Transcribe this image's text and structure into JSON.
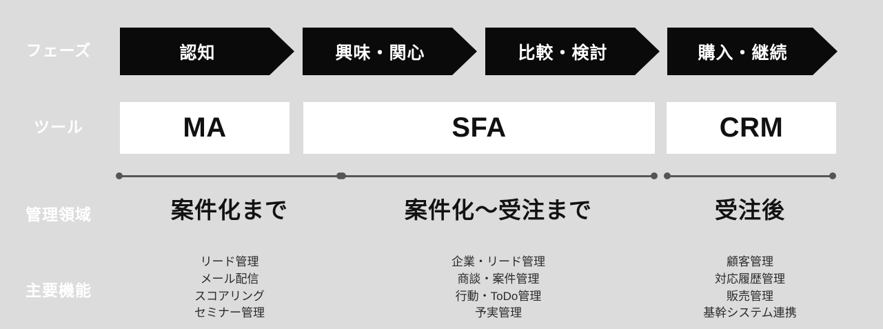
{
  "diagram": {
    "background_color": "#dcdcdc",
    "arrow_color": "#0a0a0a",
    "box_color": "#ffffff",
    "line_color": "#555555",
    "row_labels": [
      {
        "key": "phase",
        "label": "フェーズ"
      },
      {
        "key": "tool",
        "label": "ツール"
      },
      {
        "key": "area",
        "label": "管理領域"
      },
      {
        "key": "feature",
        "label": "主要機能"
      }
    ],
    "phases": [
      {
        "label": "認知"
      },
      {
        "label": "興味・関心"
      },
      {
        "label": "比較・検討"
      },
      {
        "label": "購入・継続"
      }
    ],
    "tools": [
      {
        "label": "MA"
      },
      {
        "label": "SFA"
      },
      {
        "label": "CRM"
      }
    ],
    "areas": [
      {
        "label": "案件化まで"
      },
      {
        "label": "案件化〜受注まで"
      },
      {
        "label": "受注後"
      }
    ],
    "features": [
      {
        "tool": "MA",
        "items": [
          "リード管理",
          "メール配信",
          "スコアリング",
          "セミナー管理"
        ]
      },
      {
        "tool": "SFA",
        "items": [
          "企業・リード管理",
          "商談・案件管理",
          "行動・ToDo管理",
          "予実管理"
        ]
      },
      {
        "tool": "CRM",
        "items": [
          "顧客管理",
          "対応履歴管理",
          "販売管理",
          "基幹システム連携"
        ]
      }
    ]
  }
}
